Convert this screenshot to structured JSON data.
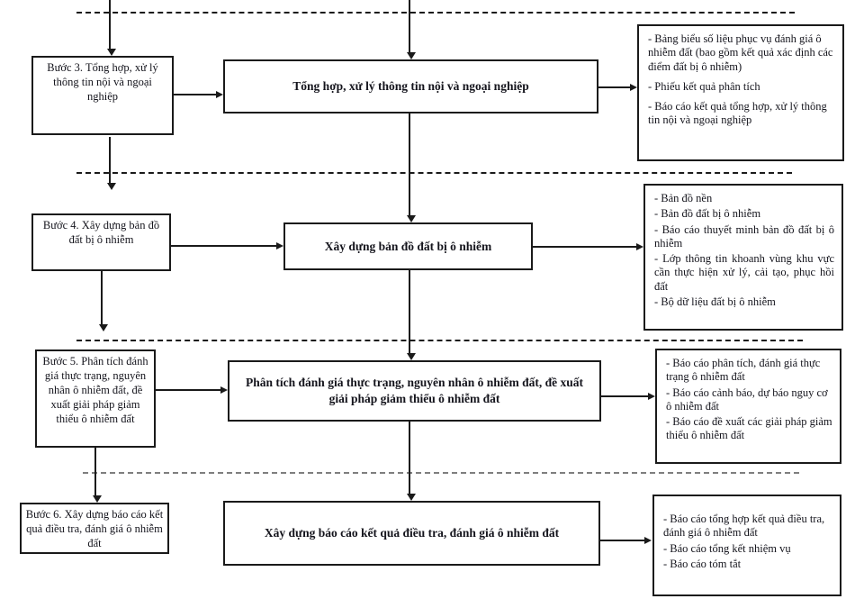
{
  "colors": {
    "ink": "#14141c",
    "line": "#1a1a1a",
    "divider_gray": "#7f7f7f",
    "background": "#ffffff"
  },
  "steps": [
    {
      "step_label": "Bước 3. Tổng hợp, xử lý thông tin nội và ngoại nghiệp",
      "process_label": "Tổng hợp, xử lý thông tin nội và ngoại nghiệp",
      "outputs": [
        "- Bảng biểu số liệu phục vụ đánh giá ô nhiễm đất (bao gồm kết quả xác định các điểm đất bị ô nhiễm)",
        "- Phiếu kết quả phân tích",
        "- Báo cáo kết quả tổng hợp, xử lý thông tin nội và ngoại nghiệp"
      ]
    },
    {
      "step_label": "Bước 4. Xây dựng bản đồ đất bị ô nhiễm",
      "process_label": "Xây dựng bản đồ đất bị ô nhiễm",
      "outputs": [
        "- Bản đồ nền",
        "- Bản đồ đất bị ô nhiễm",
        "- Báo cáo thuyết minh bản đồ đất bị ô nhiễm",
        "- Lớp thông tin khoanh vùng khu vực cần thực hiện xử lý, cải tạo, phục hồi đất",
        "- Bộ dữ liệu đất bị ô nhiễm"
      ]
    },
    {
      "step_label": "Bước 5. Phân tích đánh giá thực trạng, nguyên nhân ô nhiễm đất, đề xuất giải pháp giảm thiểu ô nhiễm đất",
      "process_label": "Phân tích đánh giá thực trạng, nguyên nhân ô nhiễm đất, đề xuất giải pháp giảm thiểu ô nhiễm đất",
      "outputs": [
        "- Báo cáo phân tích, đánh giá thực trạng ô nhiễm đất",
        "- Báo cáo cảnh báo, dự báo nguy cơ ô nhiễm đất",
        "- Báo cáo đề xuất các giải pháp giảm thiểu ô nhiễm đất"
      ]
    },
    {
      "step_label": "Bước 6. Xây dựng báo cáo kết quả điều tra, đánh giá ô nhiễm đất",
      "process_label": "Xây dựng báo cáo kết quả điều tra, đánh giá ô nhiễm đất",
      "outputs": [
        "- Báo cáo tổng hợp kết quả điều tra, đánh giá ô nhiễm đất",
        "- Báo cáo tổng kết nhiệm vụ",
        "- Báo cáo tóm tắt"
      ]
    }
  ]
}
